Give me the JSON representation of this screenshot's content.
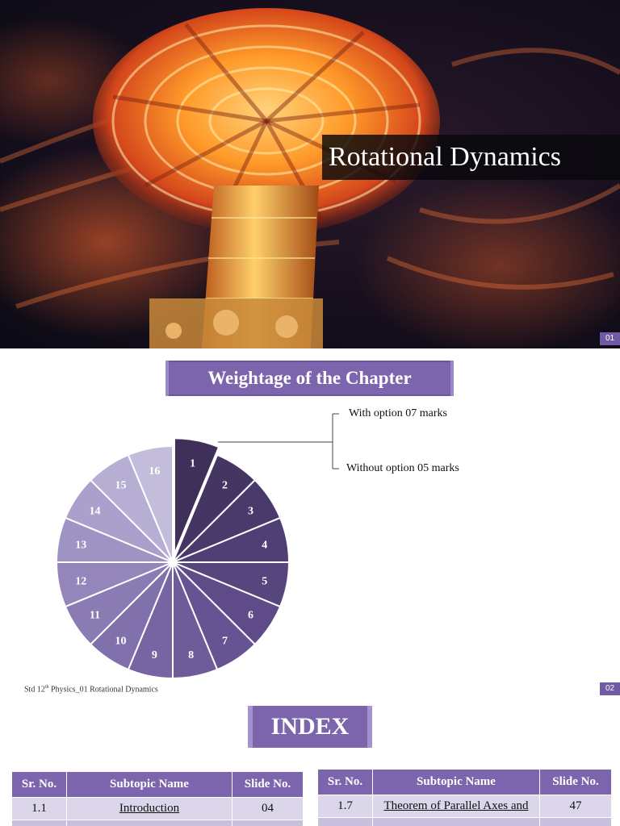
{
  "slide1": {
    "title": "Rotational Dynamics",
    "slide_number": "01"
  },
  "slide2": {
    "heading": "Weightage of  the Chapter",
    "callout_with_option": "With option 07 marks",
    "callout_without_option": "Without option 05 marks",
    "footer_prefix": "Std 12",
    "footer_sup": "th",
    "footer_suffix": " Physics_01 Rotational Dynamics",
    "slide_number": "02",
    "pie": {
      "labels": [
        "1",
        "2",
        "3",
        "4",
        "5",
        "6",
        "7",
        "8",
        "9",
        "10",
        "11",
        "12",
        "13",
        "14",
        "15",
        "16"
      ],
      "exploded_slice": "1",
      "colors": [
        "#3e3058",
        "#443562",
        "#4a3a6b",
        "#503f74",
        "#57457e",
        "#5e4b87",
        "#665391",
        "#6e5b9a",
        "#7764a3",
        "#8070ab",
        "#8a7bb3",
        "#9486bb",
        "#9f93c3",
        "#aba0cb",
        "#b7aed3",
        "#c3bcdb"
      ]
    }
  },
  "slide3": {
    "title": "INDEX",
    "left_table": {
      "headers": [
        "Sr. No.",
        "Subtopic Name",
        "Slide No."
      ],
      "rows": [
        [
          "1.1",
          "Introduction",
          "04"
        ],
        [
          "",
          "",
          ""
        ]
      ]
    },
    "right_table": {
      "headers": [
        "Sr. No.",
        "Subtopic Name",
        "Slide No."
      ],
      "rows": [
        [
          "1.7",
          "Theorem of Parallel Axes and",
          "47"
        ]
      ]
    }
  },
  "colors": {
    "accent_purple": "#7c65ad",
    "table_row": "#dcd6ea"
  }
}
